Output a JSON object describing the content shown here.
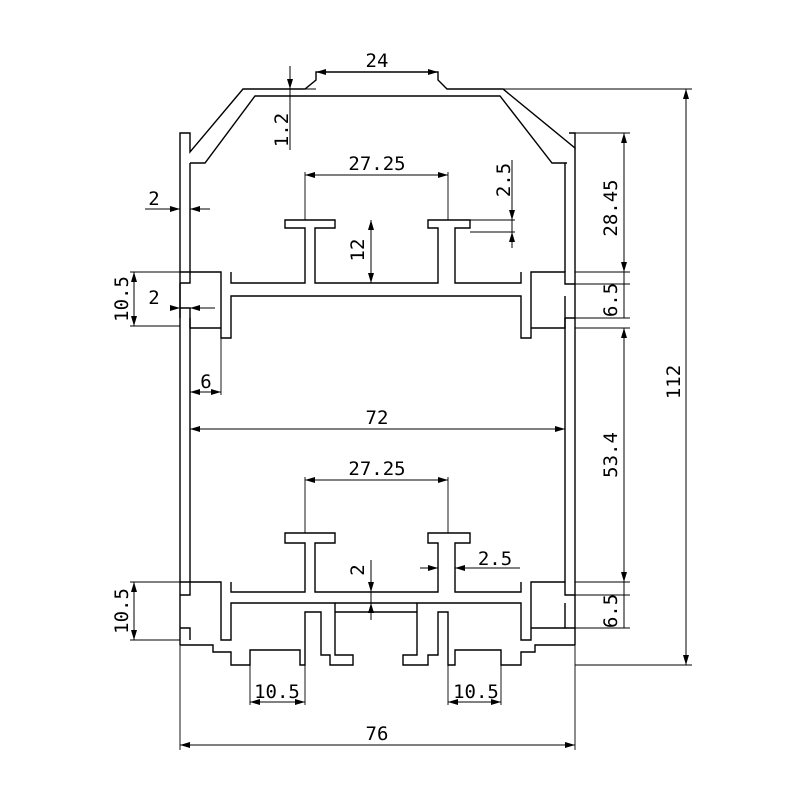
{
  "drawing": {
    "dimensions": {
      "top_notch_width": "24",
      "top_notch_depth": "1.2",
      "upper_t_slot_spacing": "27.25",
      "upper_t_slot_lip": "2.5",
      "upper_t_slot_depth": "12",
      "side_wall_thickness": "2",
      "upper_chamber_height": "28.45",
      "left_upper_groove_height": "10.5",
      "left_upper_groove_wall": "2",
      "right_upper_groove_height": "6.5",
      "overall_height": "112",
      "inner_wall_offset": "6",
      "inner_width": "72",
      "middle_chamber_height": "53.4",
      "lower_t_slot_spacing": "27.25",
      "lower_t_slot_lip": "2.5",
      "floor_thickness": "2",
      "left_lower_groove_height": "10.5",
      "right_lower_groove_height": "6.5",
      "bottom_left_slot_width": "10.5",
      "bottom_right_slot_width": "10.5",
      "overall_width": "76"
    }
  }
}
